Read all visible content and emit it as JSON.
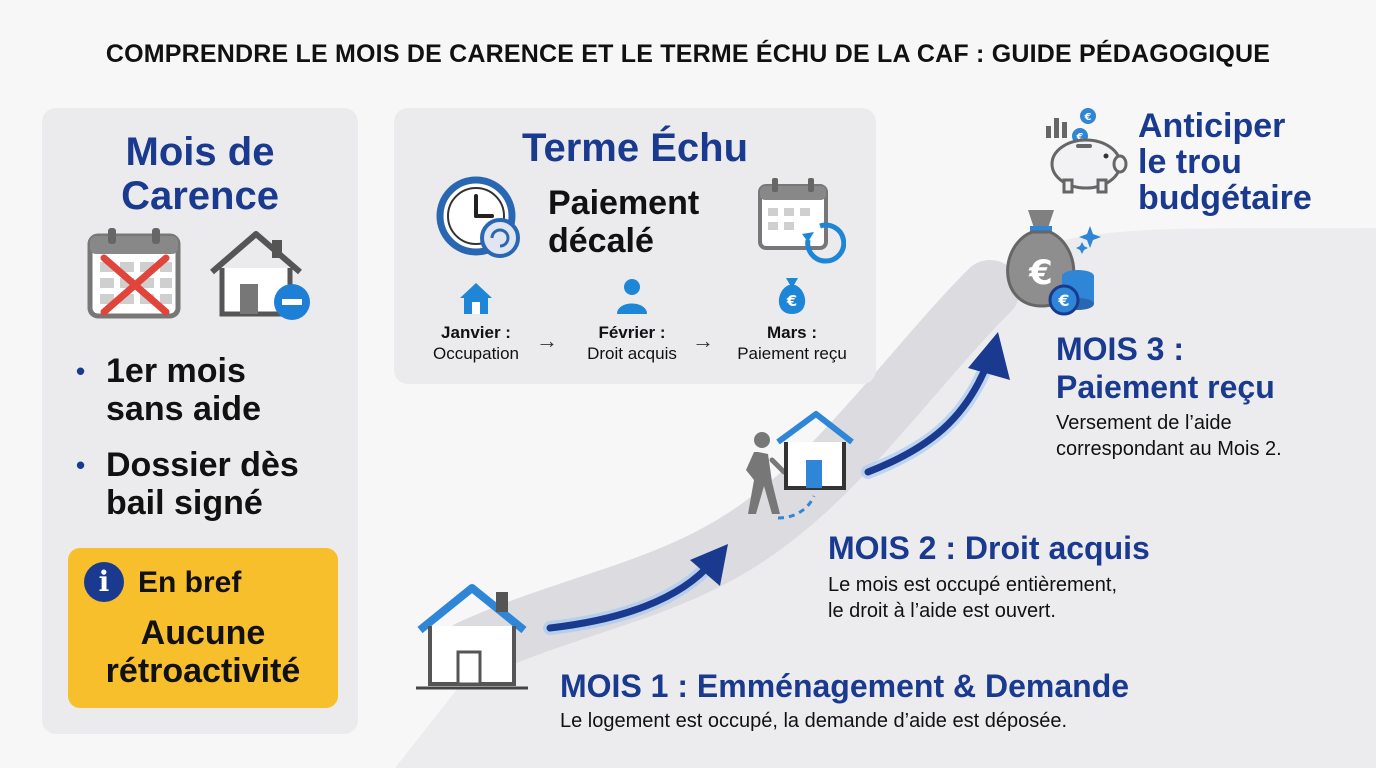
{
  "title": "COMPRENDRE LE MOIS DE CARENCE ET LE TERME ÉCHU DE LA CAF : GUIDE PÉDAGOGIQUE",
  "carence": {
    "title_line1": "Mois de",
    "title_line2": "Carence",
    "bullets": [
      {
        "line1": "1er mois",
        "line2": "sans aide"
      },
      {
        "line1": "Dossier dès",
        "line2": "bail signé"
      }
    ],
    "brief": {
      "label": "En bref",
      "line1": "Aucune",
      "line2": "rétroactivité"
    }
  },
  "terme_echu": {
    "title": "Terme Échu",
    "subtitle_line1": "Paiement",
    "subtitle_line2": "décalé",
    "steps": [
      {
        "month": "Janvier :",
        "desc": "Occupation",
        "icon": "house-icon"
      },
      {
        "month": "Février :",
        "desc": "Droit acquis",
        "icon": "person-icon"
      },
      {
        "month": "Mars :",
        "desc": "Paiement reçu",
        "icon": "money-bag-icon"
      }
    ],
    "arrow": "→"
  },
  "anticiper": {
    "line1": "Anticiper",
    "line2": "le trou",
    "line3": "budgétaire"
  },
  "months": {
    "m3": {
      "title_line1": "MOIS 3 :",
      "title_line2": "Paiement reçu",
      "desc_line1": "Versement de l’aide",
      "desc_line2": "correspondant au Mois 2."
    },
    "m2": {
      "title": "MOIS 2 : Droit acquis",
      "desc_line1": "Le mois est occupé entièrement,",
      "desc_line2": "le droit à l’aide est ouvert."
    },
    "m1": {
      "title": "MOIS 1 : Emménagement & Demande",
      "desc": "Le logement est occupé, la demande d’aide est déposée."
    }
  },
  "colors": {
    "accent": "#1a3a8f",
    "bright_blue": "#2f86d6",
    "yellow": "#f7bf2c",
    "panel": "#ebebed",
    "red_cross": "#e0443a"
  }
}
